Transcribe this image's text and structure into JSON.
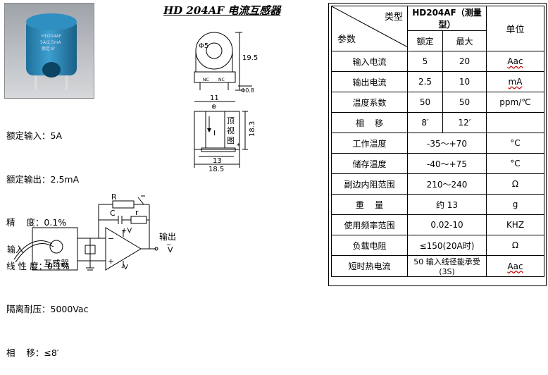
{
  "title": "HD 204AF 电流互感器",
  "photo": {
    "label_lines": [
      "HD204AF",
      "5A/2.5mA",
      "额定:8′"
    ]
  },
  "specs_list": [
    {
      "label": "额定输入：",
      "value": "5A"
    },
    {
      "label": "额定输出：",
      "value": "2.5mA"
    },
    {
      "label": "精    度：",
      "value": "0.1%"
    },
    {
      "label": "线 性 度：",
      "value": "0.1%"
    },
    {
      "label": "隔离耐压：",
      "value": "5000Vac"
    },
    {
      "label": "相    移：",
      "value": "≤8′"
    }
  ],
  "drawing": {
    "d_hole": "Φ5",
    "h_total": "19.5",
    "pin_d": "Φ0.8",
    "nc1": "NC",
    "nc2": "NC",
    "width_top": "11",
    "plus": "⊕",
    "top_view": [
      "顶",
      "视",
      "图"
    ],
    "arrow_label": "I",
    "h_side": "18.3",
    "w_inner": "13",
    "w_outer": "18.5",
    "star": "*"
  },
  "circuit": {
    "R": "R",
    "C": "C",
    "r": "r",
    "plus_v": "+V",
    "minus_v": "-V",
    "minus": "−",
    "plus": "+",
    "input": "输入",
    "ct": "互感器",
    "output": "输出",
    "vout": "V",
    "vout_sub": "~"
  },
  "table": {
    "header_type": "类型",
    "header_param": "参数",
    "model": "HD204AF（测量型）",
    "unit_header": "单位",
    "rated": "额定",
    "max": "最大",
    "rows": [
      {
        "name": "输入电流",
        "rated": "5",
        "max": "20",
        "unit": "Aac",
        "wavy": true
      },
      {
        "name": "输出电流",
        "rated": "2.5",
        "max": "10",
        "unit": "mA",
        "wavy": true
      },
      {
        "name": "温度系数",
        "rated": "50",
        "max": "50",
        "unit": "ppm/℃",
        "wavy": false
      },
      {
        "name": "相    移",
        "rated": "8′",
        "max": "12′",
        "unit": "",
        "wavy": false
      },
      {
        "name": "工作温度",
        "span": "-35～+70",
        "unit": "°C",
        "wavy": false
      },
      {
        "name": "储存温度",
        "span": "-40～+75",
        "unit": "°C",
        "wavy": false
      },
      {
        "name": "副边内阻范围",
        "span": "210～240",
        "unit": "Ω",
        "wavy": false
      },
      {
        "name": "重    量",
        "span": "约 13",
        "unit": "g",
        "wavy": false
      },
      {
        "name": "使用频率范围",
        "span": "0.02-10",
        "unit": "KHZ",
        "wavy": false
      },
      {
        "name": "负载电阻",
        "span": "≤150(20A时)",
        "unit": "Ω",
        "wavy": false
      },
      {
        "name": "短时热电流",
        "span": "50 输入线径能承受(3S)",
        "unit": "Aac",
        "wavy": true
      }
    ]
  }
}
